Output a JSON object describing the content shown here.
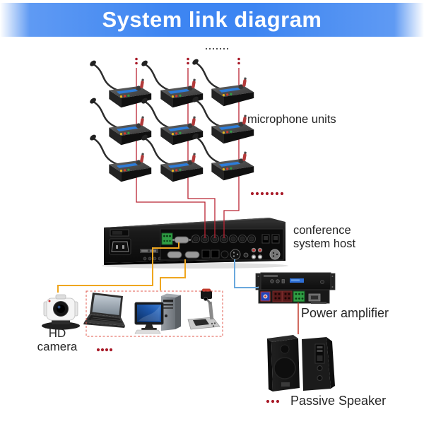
{
  "header": {
    "title": "System link diagram"
  },
  "labels": {
    "microphone_units": "microphone units",
    "conference_host_line1": "conference",
    "conference_host_line2": "system host",
    "power_amplifier": "Power amplifier",
    "passive_speaker": "Passive Speaker",
    "hd_camera_line1": "HD",
    "hd_camera_line2": "camera"
  },
  "colors": {
    "banner_blue": "#3d85f2",
    "title_text": "#ffffff",
    "label_text": "#252525",
    "mic_line_red": "#b92433",
    "dot_red": "#a81a28",
    "dot_gray": "#3c3c3c",
    "video_line_yellow": "#efa61f",
    "audio_line_blue": "#6aa8dd",
    "dashed_box_red": "#e2574b",
    "mic_screen_blue": "#2d7cd8",
    "amp_display_blue": "#2e6fd8"
  },
  "devices": {
    "microphone_count": 9
  }
}
